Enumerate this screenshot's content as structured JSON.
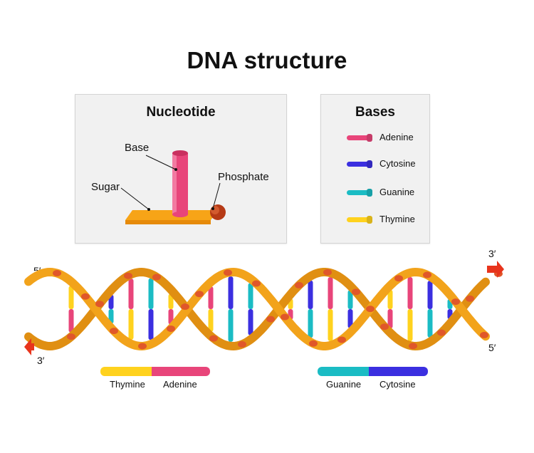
{
  "title": "DNA structure",
  "nucleotide": {
    "heading": "Nucleotide",
    "base_label": "Base",
    "sugar_label": "Sugar",
    "phosphate_label": "Phosphate"
  },
  "bases": {
    "heading": "Bases",
    "items": [
      {
        "name": "Adenine",
        "color": "#e8457a"
      },
      {
        "name": "Cytosine",
        "color": "#3b2fe0"
      },
      {
        "name": "Guanine",
        "color": "#1bbcc4"
      },
      {
        "name": "Thymine",
        "color": "#ffd21e"
      }
    ]
  },
  "helix": {
    "top_left": "5′",
    "top_right": "3′",
    "bottom_left": "3′",
    "bottom_right": "5′",
    "backbone_color": "#f2a31b",
    "phosphate_color": "#e0572a",
    "arrow_color": "#e8341c"
  },
  "pairs": [
    {
      "left": "Thymine",
      "right": "Adenine"
    },
    {
      "left": "Guanine",
      "right": "Cytosine"
    }
  ]
}
